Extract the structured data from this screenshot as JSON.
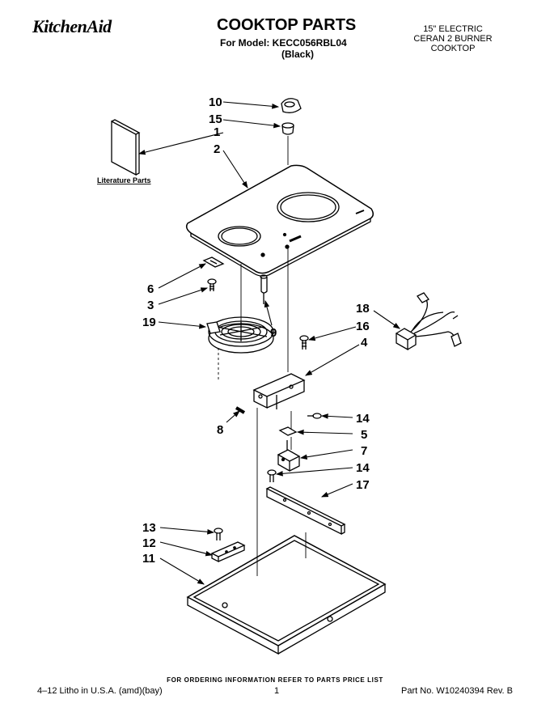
{
  "header": {
    "brand": "KitchenAid",
    "title": "COOKTOP PARTS",
    "model_line": "For Model: KECC056RBL04",
    "color": "(Black)",
    "product": [
      "15\" ELECTRIC",
      "CERAN 2 BURNER",
      "COOKTOP"
    ]
  },
  "diagram": {
    "literature_label": "Literature Parts",
    "callouts": [
      "10",
      "15",
      "1",
      "2",
      "6",
      "3",
      "19",
      "9",
      "18",
      "16",
      "4",
      "8",
      "14",
      "5",
      "7",
      "14",
      "17",
      "13",
      "12",
      "11"
    ]
  },
  "footer": {
    "order_note": "FOR ORDERING INFORMATION REFER TO PARTS PRICE LIST",
    "litho": "4–12 Litho in U.S.A. (amd)(bay)",
    "page": "1",
    "part_no": "Part No. W10240394 Rev. B"
  }
}
